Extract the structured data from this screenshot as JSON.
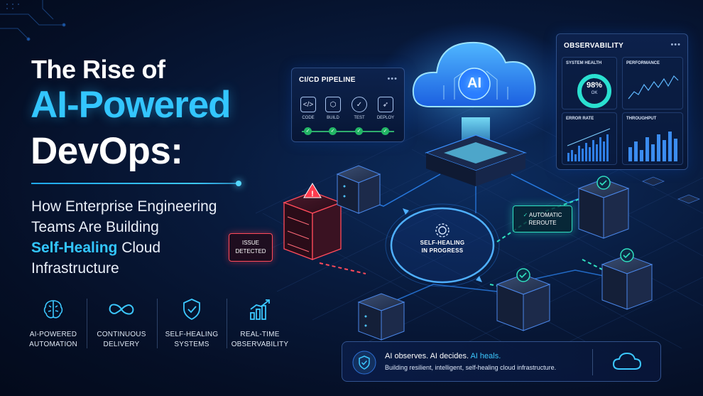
{
  "headline": {
    "line1": "The Rise of",
    "line2": "AI-Powered",
    "line3": "DevOps:"
  },
  "subtitle": {
    "line1": "How Enterprise Engineering",
    "line2": "Teams Are Building",
    "highlight": "Self-Healing",
    "line3_rest": " Cloud",
    "line4": "Infrastructure"
  },
  "features": [
    {
      "icon": "brain-icon",
      "line1": "AI-POWERED",
      "line2": "AUTOMATION"
    },
    {
      "icon": "infinity-icon",
      "line1": "CONTINUOUS",
      "line2": "DELIVERY"
    },
    {
      "icon": "shield-check-icon",
      "line1": "SELF-HEALING",
      "line2": "SYSTEMS"
    },
    {
      "icon": "bar-chart-icon",
      "line1": "REAL-TIME",
      "line2": "OBSERVABILITY"
    }
  ],
  "cicd": {
    "title": "CI/CD PIPELINE",
    "menu": "•••",
    "stages": [
      {
        "icon": "code-icon",
        "glyph": "</>",
        "label": "CODE"
      },
      {
        "icon": "box-icon",
        "glyph": "⬡",
        "label": "BUILD"
      },
      {
        "icon": "check-circle-icon",
        "glyph": "✓",
        "label": "TEST"
      },
      {
        "icon": "rocket-icon",
        "glyph": "➶",
        "label": "DEPLOY"
      }
    ]
  },
  "cloud": {
    "label": "AI"
  },
  "observability": {
    "title": "OBSERVABILITY",
    "menu": "•••",
    "system_health": {
      "label": "SYSTEM HEALTH",
      "value": "98%",
      "status": "OK",
      "fraction": 0.98
    },
    "performance": {
      "label": "PERFORMANCE"
    },
    "error_rate": {
      "label": "ERROR RATE"
    },
    "throughput": {
      "label": "THROUGHPUT"
    }
  },
  "callouts": {
    "issue_line1": "ISSUE",
    "issue_line2": "DETECTED",
    "reroute_line1": "AUTOMATIC",
    "reroute_line2": "REROUTE",
    "heal_line1": "SELF-HEALING",
    "heal_line2": "IN PROGRESS"
  },
  "banner": {
    "part1": "AI observes. AI decides. ",
    "part2": "AI heals.",
    "line2": "Building resilient, intelligent, self-healing cloud infrastructure."
  },
  "colors": {
    "accent": "#33c6ff",
    "alert": "#ff4a5a",
    "success": "#22b565",
    "teal": "#30e0c0",
    "background": "#061430"
  }
}
